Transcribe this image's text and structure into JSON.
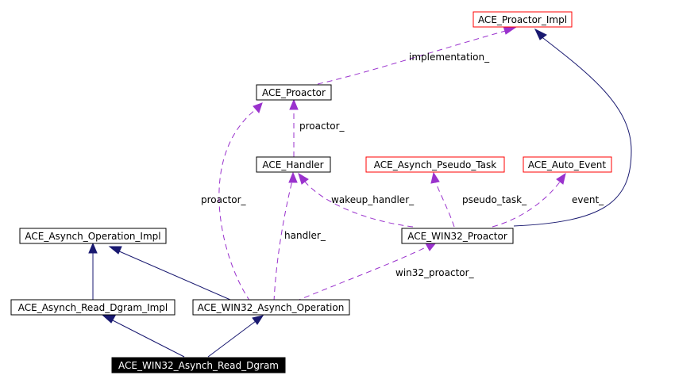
{
  "diagram": {
    "colors": {
      "inheritance": "#191970",
      "usage": "#9a32cd",
      "documented_border": "#000000",
      "undocumented_border": "#ff0000",
      "focus_fill": "#000000",
      "focus_text": "#ffffff"
    },
    "nodes": {
      "proactor_impl": "ACE_Proactor_Impl",
      "proactor": "ACE_Proactor",
      "handler": "ACE_Handler",
      "pseudo_task": "ACE_Asynch_Pseudo_Task",
      "auto_event": "ACE_Auto_Event",
      "op_impl": "ACE_Asynch_Operation_Impl",
      "win32_proactor": "ACE_WIN32_Proactor",
      "read_dgram_impl": "ACE_Asynch_Read_Dgram_Impl",
      "win32_op": "ACE_WIN32_Asynch_Operation",
      "win32_read_dgram": "ACE_WIN32_Asynch_Read_Dgram"
    },
    "edge_labels": {
      "implementation": "implementation_",
      "proactor_from_handler": "proactor_",
      "proactor_from_op": "proactor_",
      "wakeup_handler": "wakeup_handler_",
      "pseudo_task": "pseudo_task_",
      "event": "event_",
      "handler": "handler_",
      "win32_proactor": "win32_proactor_"
    }
  }
}
